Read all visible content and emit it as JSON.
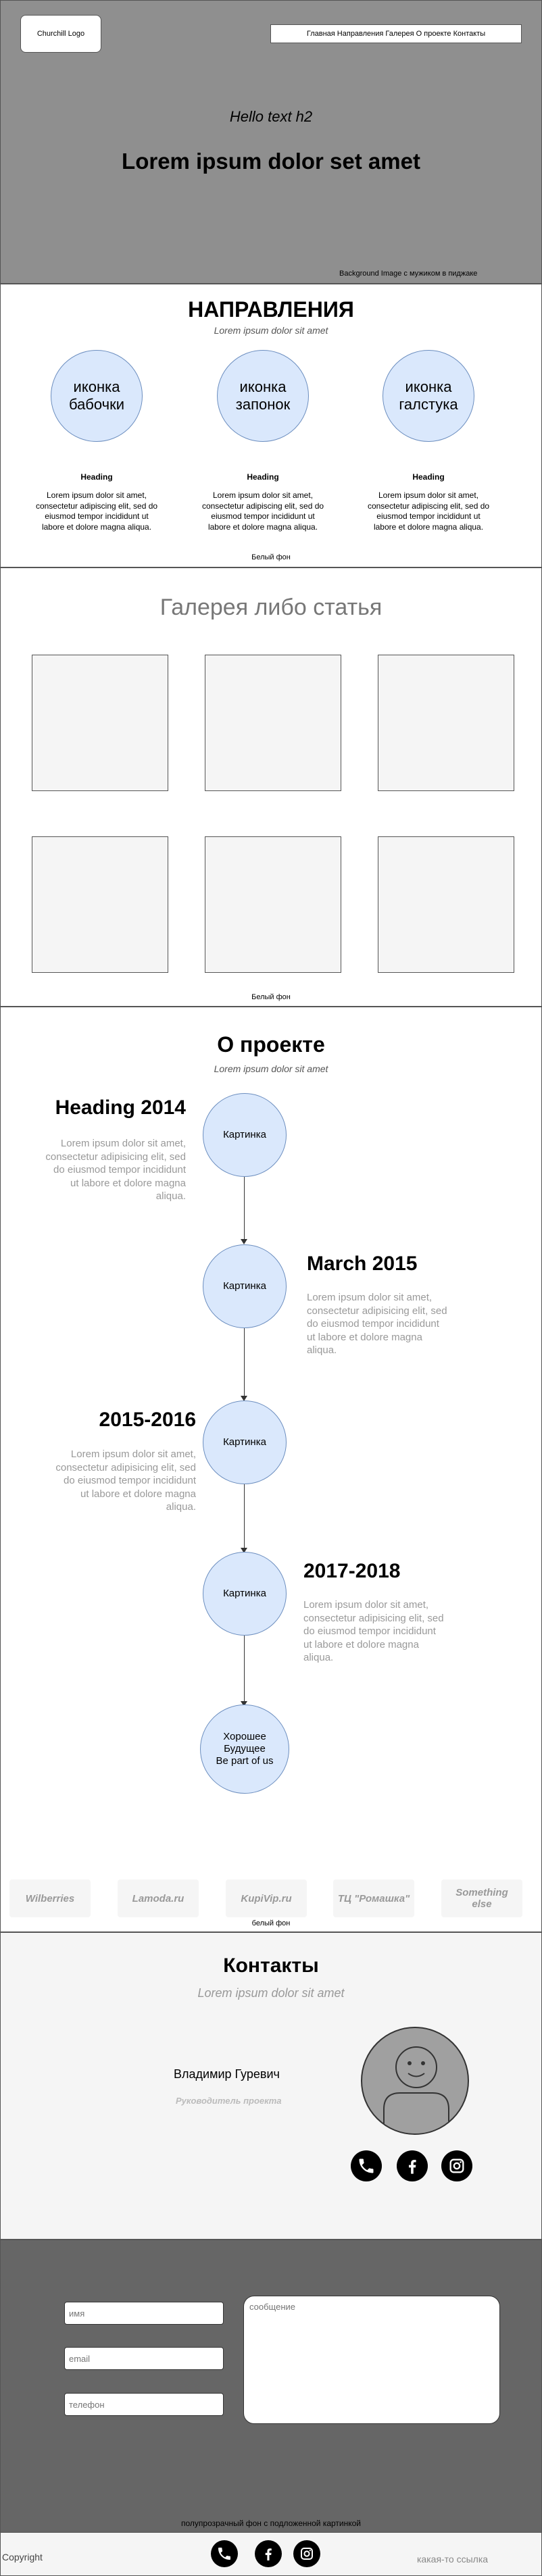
{
  "header": {
    "logo": "Churchill Logo",
    "nav": "Главная Направления Галерея О проекте Контакты",
    "subtitle": "Hello text h2",
    "title": "Lorem ipsum dolor set amet",
    "bg_note": "Background Image с мужиком в пиджаке"
  },
  "directions": {
    "title": "НАПРАВЛЕНИЯ",
    "subtitle": "Lorem ipsum dolor sit amet",
    "items": [
      {
        "icon": "иконка\nбабочки",
        "heading": "Heading",
        "text": "Lorem ipsum dolor sit amet, consectetur adipiscing elit, sed do eiusmod tempor incididunt ut labore et dolore magna aliqua."
      },
      {
        "icon": "иконка\nзапонок",
        "heading": "Heading",
        "text": "Lorem ipsum dolor sit amet, consectetur adipiscing elit, sed do eiusmod tempor incididunt ut labore et dolore magna aliqua."
      },
      {
        "icon": "иконка\nгалстука",
        "heading": "Heading",
        "text": "Lorem ipsum dolor sit amet, consectetur adipiscing elit, sed do eiusmod tempor incididunt ut labore et dolore magna aliqua."
      }
    ],
    "bg_note": "Белый фон"
  },
  "gallery": {
    "title": "Галерея либо статья",
    "bg_note": "Белый фон"
  },
  "about": {
    "title": "О проекте",
    "subtitle": "Lorem ipsum dolor sit amet",
    "timeline": [
      {
        "circle": "Картинка",
        "heading": "Heading 2014",
        "text": "Lorem ipsum dolor sit amet, consectetur adipisicing elit, sed do eiusmod tempor incididunt ut labore et dolore magna aliqua."
      },
      {
        "circle": "Картинка",
        "heading": "March 2015",
        "text": "Lorem ipsum dolor sit amet, consectetur adipisicing elit, sed do eiusmod tempor incididunt ut labore et dolore magna aliqua."
      },
      {
        "circle": "Картинка",
        "heading": "2015-2016",
        "text": "Lorem ipsum dolor sit amet, consectetur adipisicing elit, sed do eiusmod tempor incididunt ut labore et dolore magna aliqua."
      },
      {
        "circle": "Картинка",
        "heading": "2017-2018",
        "text": "Lorem ipsum dolor sit amet, consectetur adipisicing elit, sed do eiusmod tempor incididunt ut labore et dolore magna aliqua."
      }
    ],
    "final_circle": "Хорошее\nБудущее\nBe part of us",
    "partners": [
      "Wilberries",
      "Lamoda.ru",
      "KupiVip.ru",
      "ТЦ \"Ромашка\"",
      "Something\nelse"
    ],
    "bg_note": "белый фон"
  },
  "contacts": {
    "title": "Контакты",
    "subtitle": "Lorem ipsum dolor sit amet",
    "name": "Владимир Гуревич",
    "role": "Руководитель проекта"
  },
  "form": {
    "name_placeholder": "имя",
    "email_placeholder": "email",
    "phone_placeholder": "телефон",
    "message_placeholder": "сообщение",
    "bg_note": "полупрозрачный фон с подложенной картинкой"
  },
  "footer": {
    "copyright": "Copyright",
    "link": "какая-то ссылка"
  }
}
